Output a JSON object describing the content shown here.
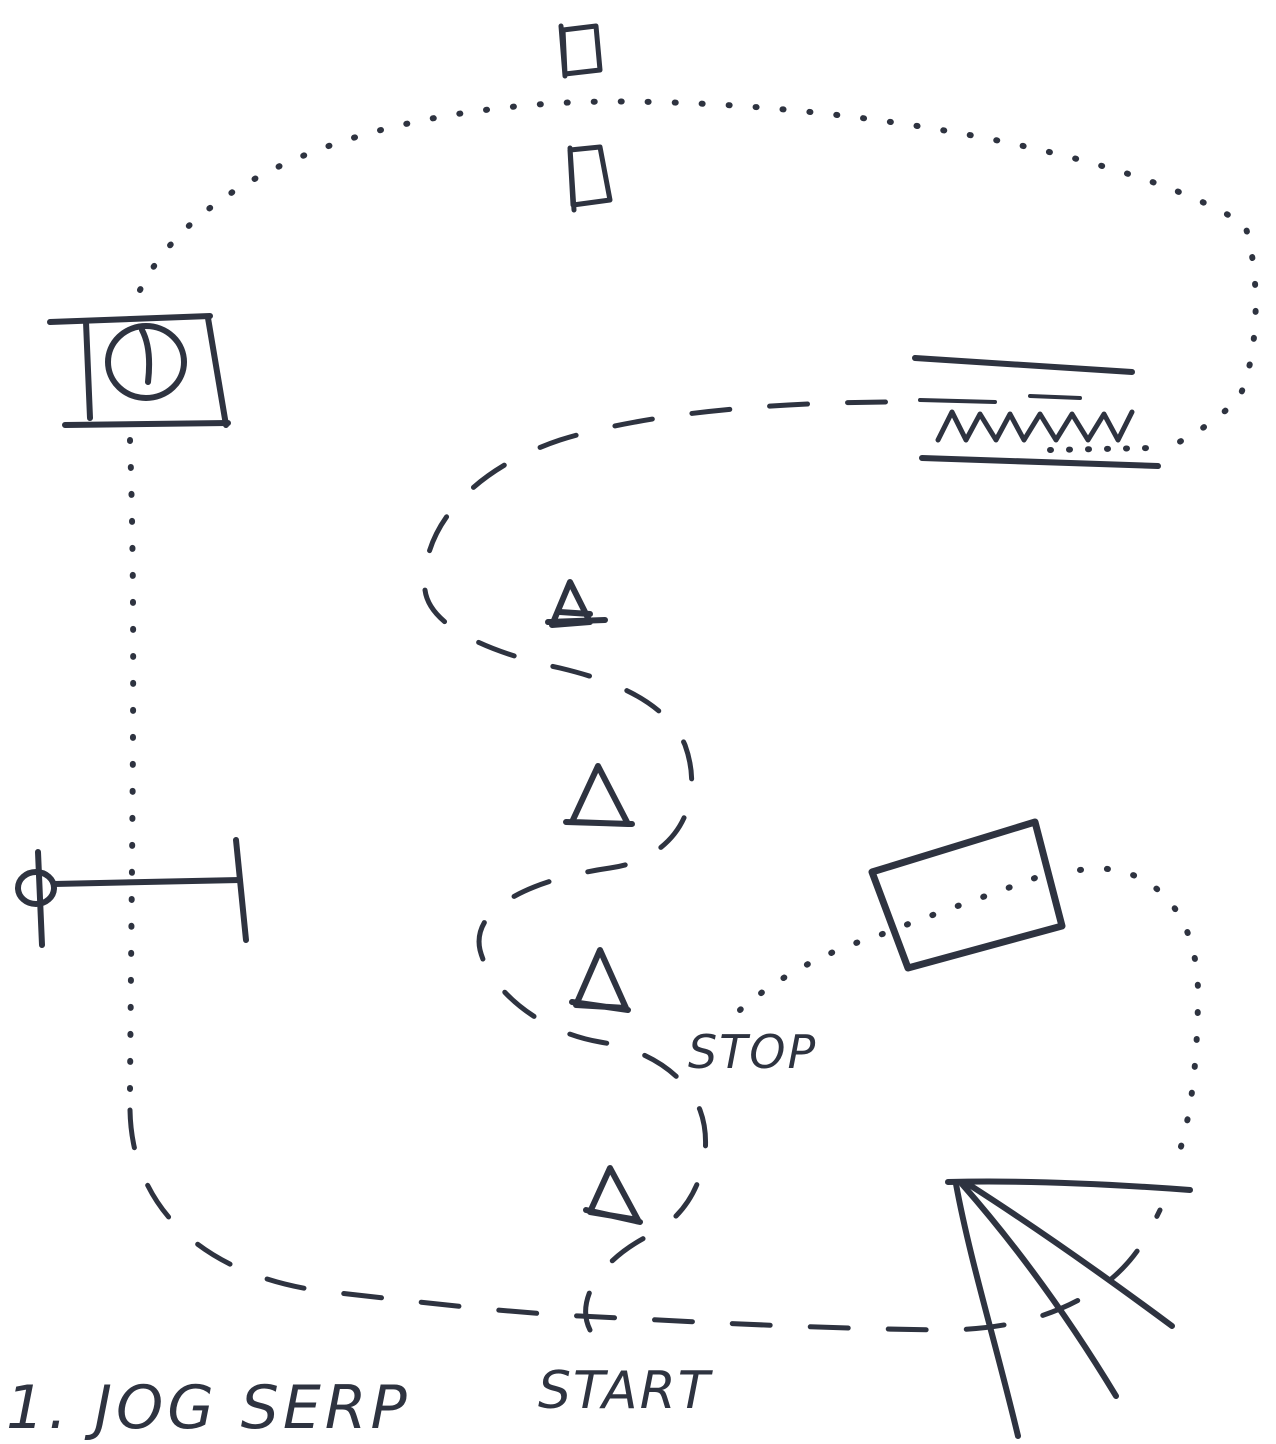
{
  "diagram": {
    "caption": "1. JOG SERP",
    "start_label": "START",
    "stop_label": "STOP",
    "ink_color": "#2e3340",
    "obstacles": [
      "bollard",
      "bollard",
      "stopwatch-station",
      "barrier-gate",
      "textured-strip",
      "cone",
      "cone",
      "cone",
      "cone",
      "box",
      "fan-wedge"
    ]
  }
}
